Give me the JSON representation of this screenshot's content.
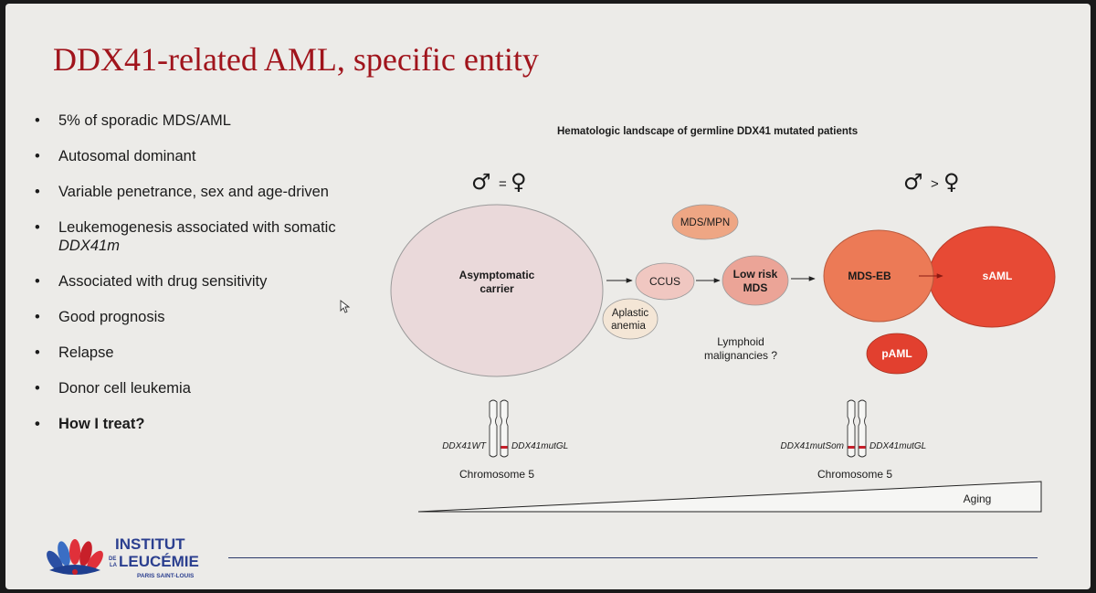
{
  "slide": {
    "title": "DDX41-related AML, specific entity",
    "bullets": [
      {
        "text": "5% of sporadic MDS/AML",
        "bold": false
      },
      {
        "text": "Autosomal dominant",
        "bold": false
      },
      {
        "text": "Variable penetrance, sex and age-driven",
        "bold": false
      },
      {
        "text": "Leukemogenesis associated with somatic",
        "text2": "DDX41m",
        "bold": false
      },
      {
        "text": "Associated with drug sensitivity",
        "bold": false
      },
      {
        "text": "Good prognosis",
        "bold": false
      },
      {
        "text": "Relapse",
        "bold": false
      },
      {
        "text": "Donor cell leukemia",
        "bold": false
      },
      {
        "text": "How I treat?",
        "bold": true
      }
    ],
    "bullet_symbol": "•"
  },
  "diagram": {
    "heading": "Hematologic landscape of germline DDX41 mutated patients",
    "sex_left": {
      "male": "♂",
      "relation": "=",
      "female": "♀"
    },
    "sex_right": {
      "male": "♂",
      "relation": ">",
      "female": "♀"
    },
    "nodes": {
      "carrier": {
        "line1": "Asymptomatic",
        "line2": "carrier"
      },
      "ccus": "CCUS",
      "mds_mpn": "MDS/MPN",
      "aplastic": {
        "line1": "Aplastic",
        "line2": "anemia"
      },
      "low_risk": {
        "line1": "Low risk",
        "line2": "MDS"
      },
      "lymphoid": {
        "line1": "Lymphoid",
        "line2": "malignancies ?"
      },
      "mds_eb": "MDS-EB",
      "saml": "sAML",
      "paml": "pAML"
    },
    "chromosome_left": {
      "label_left": "DDX41WT",
      "label_right": "DDX41mutGL",
      "caption": "Chromosome 5"
    },
    "chromosome_right": {
      "label_left": "DDX41mutSom",
      "label_right": "DDX41mutGL",
      "caption": "Chromosome 5"
    },
    "aging_label": "Aging",
    "colors": {
      "carrier": "#ead9da",
      "ccus": "#f0c7c1",
      "mds_mpn": "#eea684",
      "aplastic": "#f4e6d6",
      "low_risk": "#eba497",
      "mds_eb": "#ec7a56",
      "saml": "#e74a35",
      "paml": "#e2402f",
      "title_red": "#a0141c"
    }
  },
  "logo": {
    "line1": "INSTITUT",
    "de_la_1": "DE",
    "de_la_2": "LA",
    "line2": "LEUCÉMIE",
    "line3": "PARIS SAINT-LOUIS"
  }
}
